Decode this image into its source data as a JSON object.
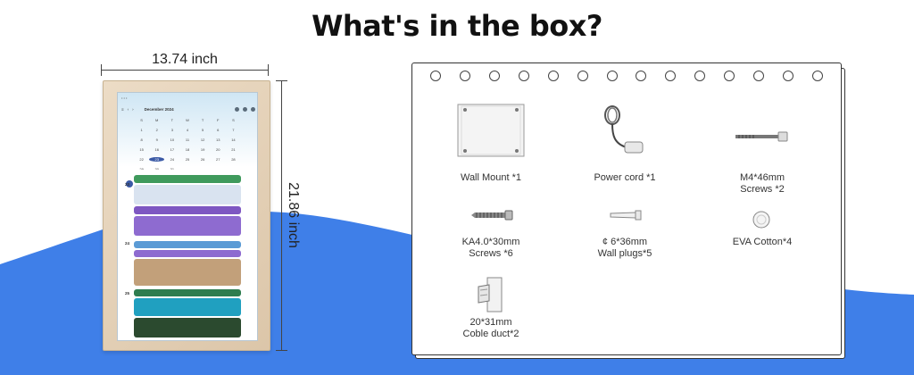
{
  "title": "What's in the box?",
  "dimensions": {
    "width_label": "13.74 inch",
    "height_label": "21.86 inch"
  },
  "screen": {
    "month_label": "December 2024",
    "week_days": [
      "S",
      "M",
      "T",
      "W",
      "T",
      "F",
      "S"
    ],
    "dates": [
      "1",
      "2",
      "3",
      "4",
      "5",
      "6",
      "7",
      "8",
      "9",
      "10",
      "11",
      "12",
      "13",
      "14",
      "15",
      "16",
      "17",
      "18",
      "19",
      "20",
      "21",
      "22",
      "23",
      "24",
      "25",
      "26",
      "27",
      "28",
      "29",
      "30",
      "31"
    ],
    "selected_date": "23",
    "day_numbers": [
      "23",
      "24",
      "25"
    ]
  },
  "items": [
    {
      "label": "Wall Mount *1"
    },
    {
      "label": "Power cord *1"
    },
    {
      "label": "M4*46mm\nScrews *2"
    },
    {
      "label": "KA4.0*30mm\nScrews *6"
    },
    {
      "label": "¢ 6*36mm\nWall plugs*5"
    },
    {
      "label": "EVA Cotton*4"
    },
    {
      "label": "20*31mm\nCoble duct*2"
    }
  ],
  "colors": {
    "wave": "#3f7fe8",
    "accent_events": [
      "#3f9a5c",
      "#7e57c2",
      "#c2a07a",
      "#5b9bd5",
      "#8e6bd0",
      "#2e7d4f",
      "#20a0c0",
      "#c0392b"
    ]
  },
  "icons": [
    "wall-mount-icon",
    "power-cord-icon",
    "screw-icon",
    "screw-icon",
    "wall-plug-icon",
    "eva-cotton-icon",
    "cable-duct-icon"
  ]
}
